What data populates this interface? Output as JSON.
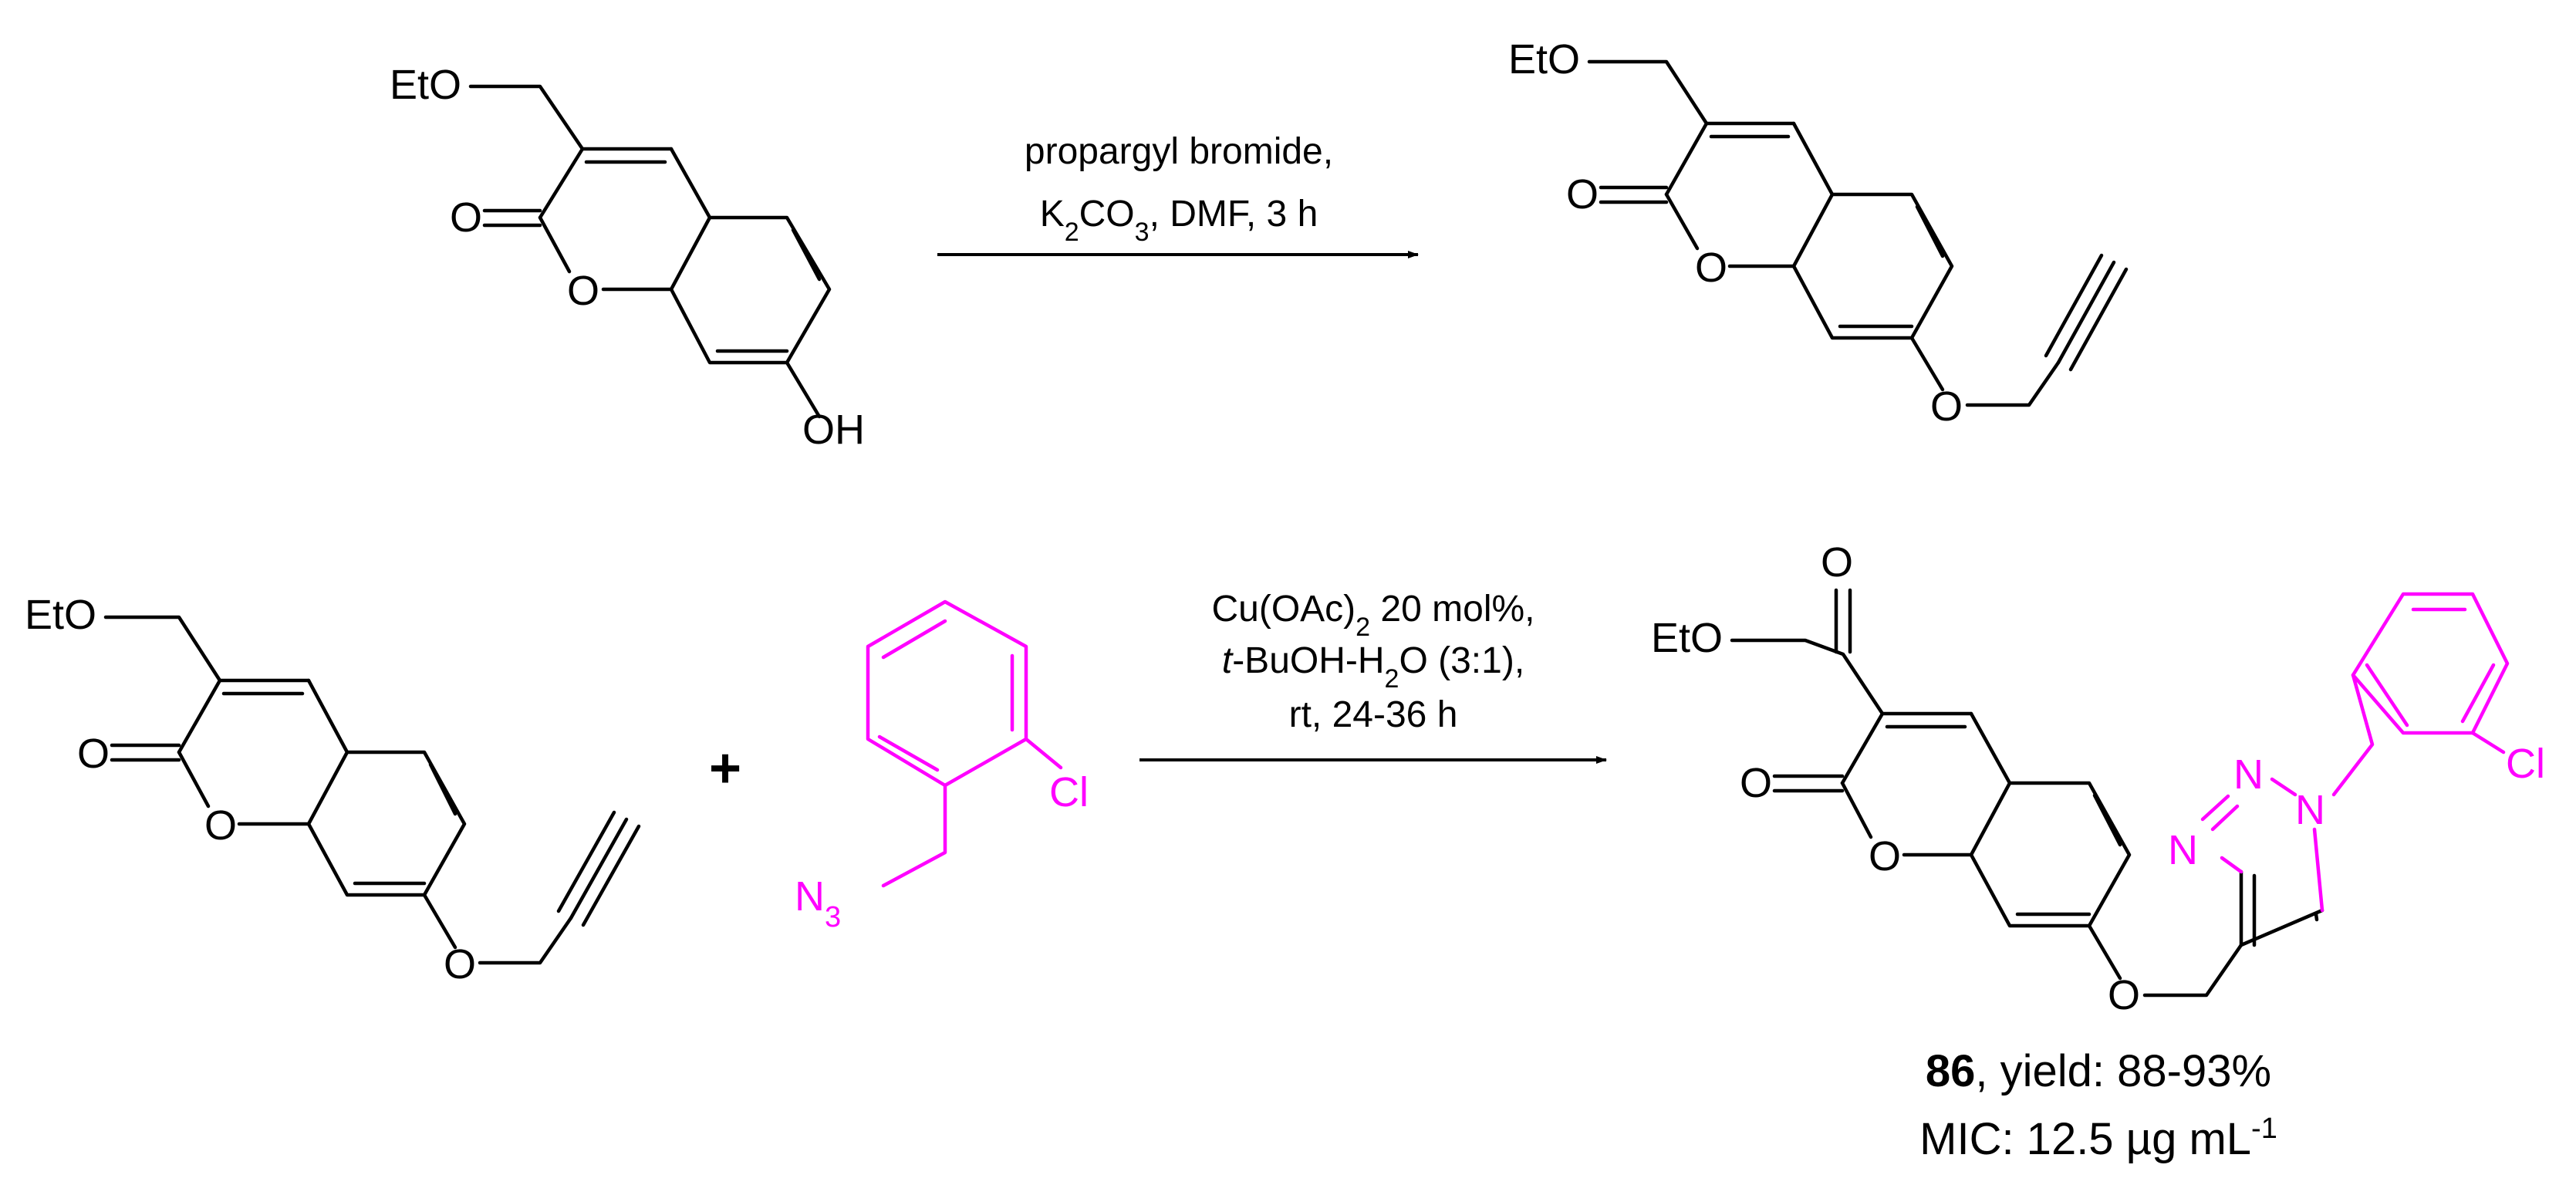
{
  "reaction1": {
    "condition_line1": "propargyl bromide,",
    "condition_line2_a": "K",
    "condition_line2_sub1": "2",
    "condition_line2_b": "CO",
    "condition_line2_sub2": "3",
    "condition_line2_c": ", DMF,  3 h"
  },
  "reaction2": {
    "condition_line1_a": "Cu(OAc)",
    "condition_line1_sub": "2",
    "condition_line1_b": " 20 mol%,",
    "condition_line2_italic": "t",
    "condition_line2_a": "-BuOH-H",
    "condition_line2_sub": "2",
    "condition_line2_b": "O (3:1),",
    "condition_line3": "rt, 24-36 h",
    "plus": "+"
  },
  "atoms": {
    "eto": "EtO",
    "o": "O",
    "oh": "OH",
    "cl": "Cl",
    "n": "N",
    "n3_main": "N",
    "n3_sub": "3"
  },
  "product": {
    "compound_number": "86",
    "yield_text": ", yield: 88-93%",
    "mic_label": "MIC:   12.5 µg mL",
    "mic_sup": "-1"
  },
  "colors": {
    "highlight": "#ff00ff",
    "ink": "#000000"
  }
}
